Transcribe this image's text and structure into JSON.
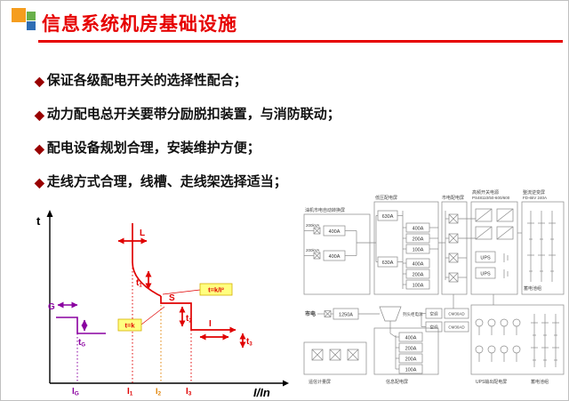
{
  "header": {
    "title": "信息系统机房基础设施"
  },
  "bullet_glyph": "◆",
  "bullets": [
    "保证各级配电开关的选择性配合；",
    "动力配电总开关要带分励脱扣装置，与消防联动；",
    "配电设备规划合理，安装维护方便；",
    "走线方式合理，线槽、走线架选择适当；"
  ],
  "colors": {
    "title_red": "#e60000",
    "curve_red": "#e00000",
    "curve_purple": "#8a00a0",
    "curve_orange": "#e08000",
    "highlight_yellow": "#ffff80",
    "logo_orange": "#f59d1e",
    "logo_green": "#69b04a",
    "logo_blue": "#2e6db4"
  },
  "curve_chart": {
    "type": "line",
    "y_axis_label": "t",
    "x_axis_label": "I/In",
    "zones": {
      "l": "L",
      "s": "S",
      "i": "I",
      "g": "G"
    },
    "time_labels": [
      {
        "base": "t",
        "sub": "G"
      },
      {
        "base": "t",
        "sub": "1"
      },
      {
        "base": "t",
        "sub": "2"
      },
      {
        "base": "t",
        "sub": "3"
      }
    ],
    "x_ticks": [
      {
        "base": "I",
        "sub": "G"
      },
      {
        "base": "I",
        "sub": "1"
      },
      {
        "base": "I",
        "sub": "2"
      },
      {
        "base": "I",
        "sub": "3"
      }
    ],
    "annotations": {
      "inverse_time": "t=k/I²",
      "definite_time": "t=k"
    }
  },
  "schematic": {
    "regions": {
      "ats": "油机市电自动转换屏",
      "lv": "低压配电屏",
      "mains_dist": "市电配电屏",
      "hf": "高频开关电源",
      "hf_model": "PS48110/50-600/600",
      "rectifier": "整流逆变屏",
      "rectifier_model": "FD-6kV 240A",
      "telemetry": "遥信计量屏",
      "info": "信息配电屏",
      "ups_out": "UPS输出配电屏",
      "row_head": "列头柜电源"
    },
    "labels": {
      "mains": "市电",
      "feed1": "200kVA",
      "feed2": "200kVA",
      "ups": "UPS",
      "ac": "空调",
      "cm": "CM30AD",
      "battery": "蓄电池组"
    },
    "breakers": {
      "main": "1250A",
      "in1": "400A",
      "in2": "400A",
      "lv_in1": "630A",
      "lv_in2": "630A",
      "f400": "400A",
      "f200": "200A",
      "f100": "100A",
      "g400": "400A",
      "g200a": "200A",
      "g200b": "200A",
      "g100": "100A"
    }
  }
}
